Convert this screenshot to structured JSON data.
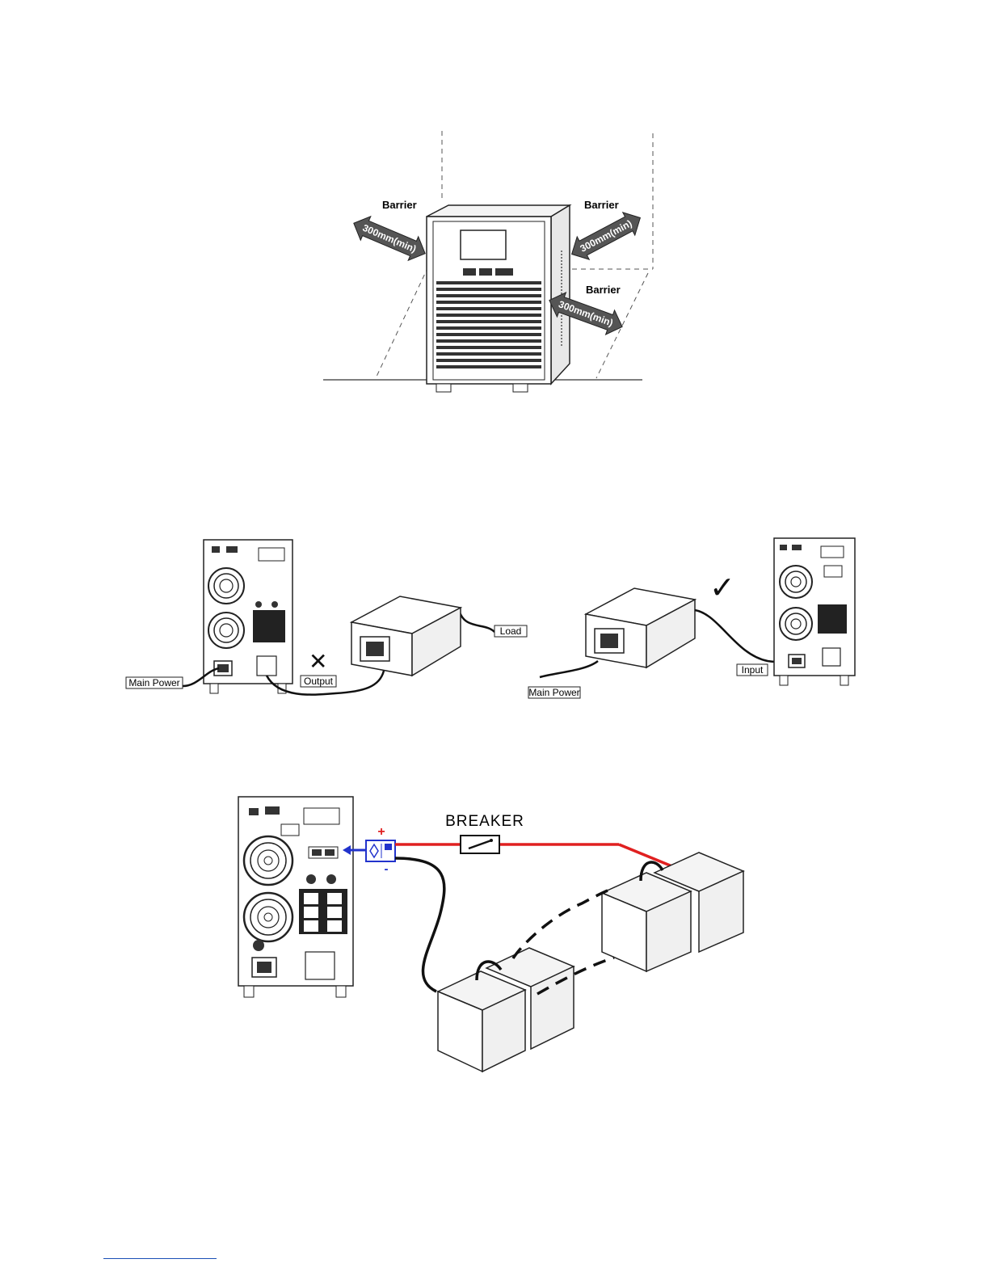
{
  "figure1": {
    "barrier_left": "Barrier",
    "barrier_right_top": "Barrier",
    "barrier_right_bottom": "Barrier",
    "clearance_left": "300mm(min)",
    "clearance_right_top": "300mm(min)",
    "clearance_right_bottom": "300mm(min)"
  },
  "figure2": {
    "wrong": {
      "main_power": "Main Power",
      "output": "Output",
      "load": "Load",
      "mark": "✕"
    },
    "right": {
      "main_power": "Main Power",
      "input": "Input",
      "mark": "✓"
    }
  },
  "figure3": {
    "breaker": "BREAKER",
    "plus": "+",
    "minus": "-"
  },
  "colors": {
    "positive_wire": "#e02020",
    "connector_blue": "#2233cc",
    "link_rule": "#1a4fb5"
  }
}
